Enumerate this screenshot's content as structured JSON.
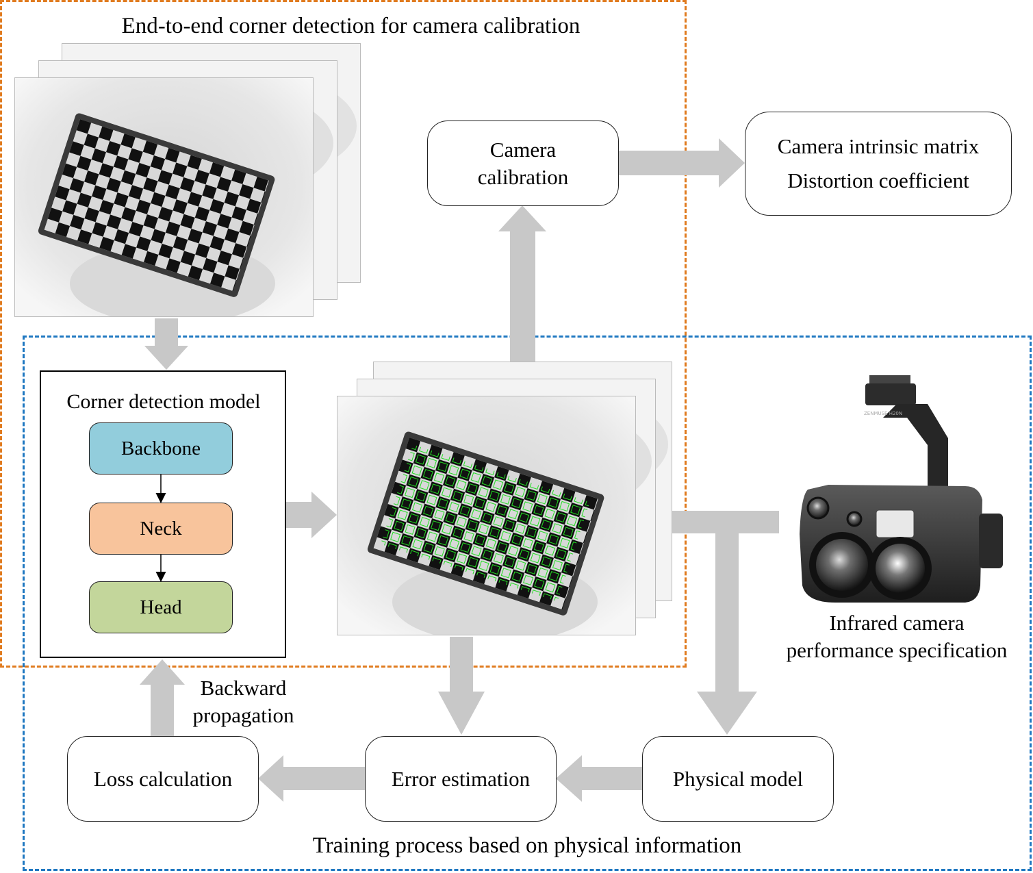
{
  "titles": {
    "top": "End-to-end corner detection for camera calibration",
    "bottom": "Training process based on physical information"
  },
  "nodes": {
    "camera_calibration": [
      "Camera",
      "calibration"
    ],
    "outputs": [
      "Camera intrinsic matrix",
      "Distortion coefficient"
    ],
    "model_title": "Corner detection model",
    "backbone": "Backbone",
    "neck": "Neck",
    "head": "Head",
    "loss": "Loss calculation",
    "error": "Error estimation",
    "physical": "Physical model",
    "infrared": [
      "Infrared camera",
      "performance specification"
    ],
    "backward": [
      "Backward",
      "propagation"
    ]
  },
  "camera_brand": "ZENMUSE H20N",
  "colors": {
    "orange_dash": "#e07b1f",
    "blue_dash": "#1f78c1",
    "arrow": "#c8c8c8",
    "backbone": "#92cddc",
    "neck": "#f8c49c",
    "head": "#c3d69b"
  }
}
